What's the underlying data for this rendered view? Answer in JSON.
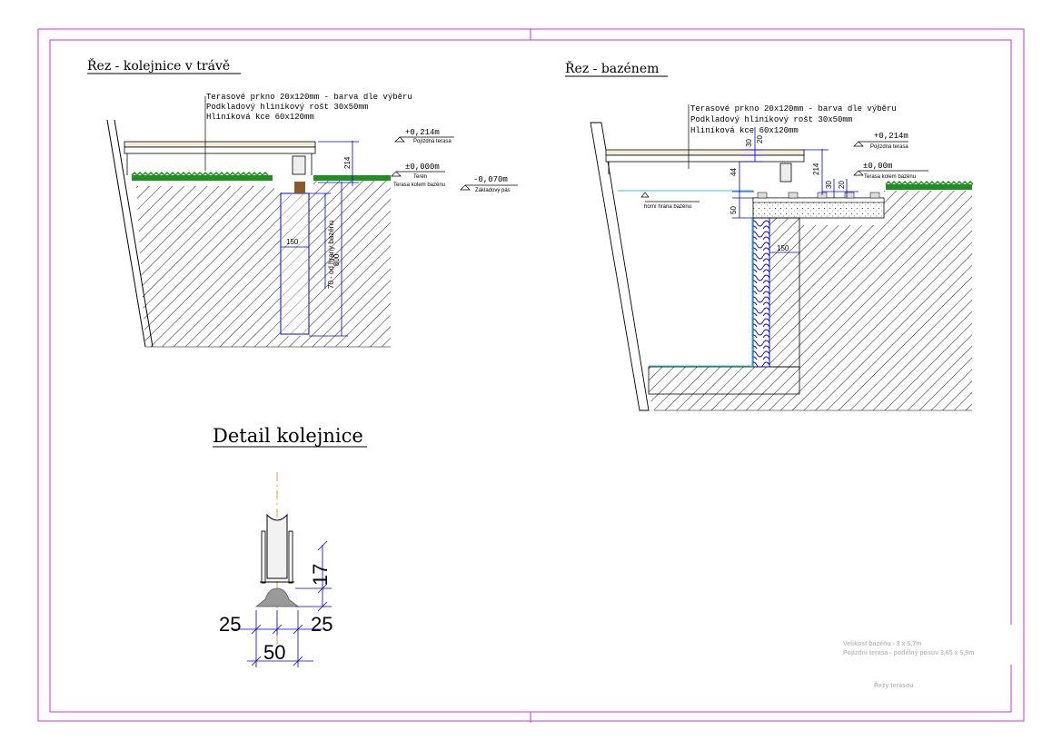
{
  "sheet": {
    "frame_color": "#cc33cc",
    "dimension_color": "#0000cc",
    "grass_color": "#1f8f1f",
    "water_color": "#33cccc",
    "axis_color": "#d9a040"
  },
  "section_grass": {
    "title": "Řez - kolejnice v trávě",
    "callouts": [
      "Terasové prkno 20x120mm - barva dle výběru",
      "Podkladový hliníkový rošt 30x50mm",
      "Hliníková kce 60x120mm"
    ],
    "level_top": "+0,214m",
    "level_top_label": "Pojízdná terasa",
    "level_zero": "±0,000m",
    "level_zero_label_1": "Terén",
    "level_zero_label_2": "Terasa kolem bazénu",
    "level_low": "-0,070m",
    "level_low_label": "Základový pás",
    "dim_214": "214",
    "dim_150": "150",
    "dim_800": "800",
    "dim_vertical_text": "70 - od hrany bazénu"
  },
  "section_pool": {
    "title": "Řez - bazénem",
    "callouts": [
      "Terasové prkno 20x120mm - barva dle výběru",
      "Podkladový hliníkový rošt 30x50mm",
      "Hliníková kce 60x120mm"
    ],
    "level_top": "+0,214m",
    "level_top_label": "Pojízdná terasa",
    "level_zero": "±0,00m",
    "level_zero_label": "Terasa kolem bazénu",
    "pool_edge_label": "horní hrana bazénu",
    "dim_30_a": "30",
    "dim_20_a": "20",
    "dim_44": "44",
    "dim_214": "214",
    "dim_30_b": "30",
    "dim_20_b": "20",
    "dim_50": "50",
    "dim_150": "150"
  },
  "detail": {
    "title": "Detail kolejnice",
    "dim_17": "17",
    "dim_25_left": "25",
    "dim_25_right": "25",
    "dim_50": "50"
  },
  "notes": {
    "line1": "Velikost bazénu - 3 x 5,7m",
    "line2": "Pojízdní terasa - podélný posuv 3,65 x 5,9m",
    "stamp": "Řezy terasou"
  }
}
